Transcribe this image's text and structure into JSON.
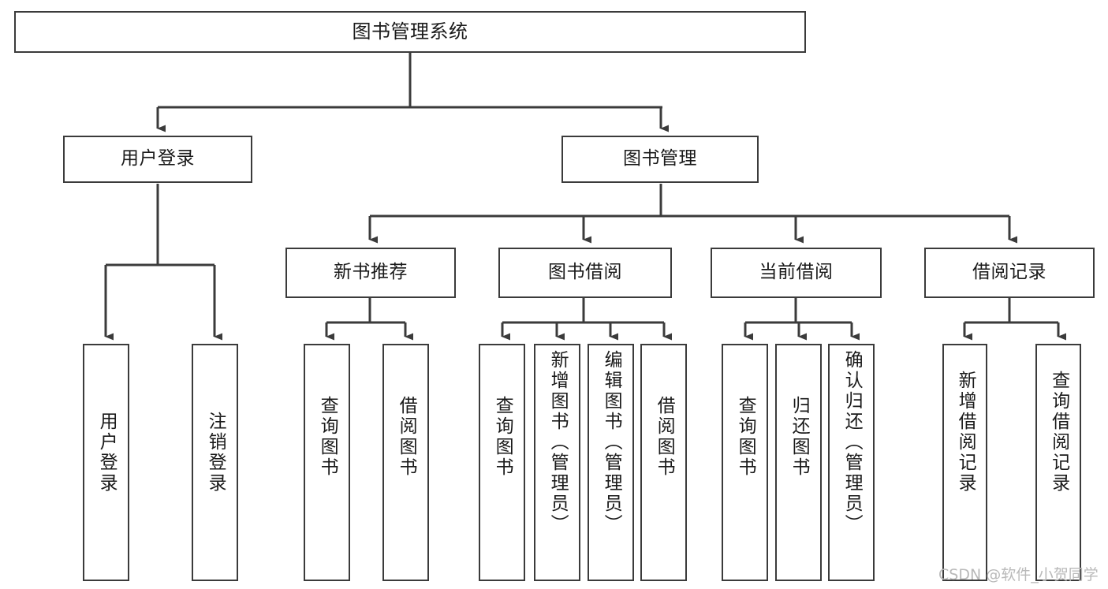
{
  "diagram": {
    "type": "tree-hierarchy-chart",
    "title": "图书管理系统",
    "orientation": "top-down",
    "colors": {
      "box_border": "#3b3b3b",
      "box_fill": "#ffffff",
      "edge": "#3b3b3b",
      "text": "#1a1a1a",
      "watermark": "#b9b9b9",
      "background": "#ffffff"
    },
    "root": {
      "id": "root",
      "label": "图书管理系统"
    },
    "level2": [
      {
        "id": "user-login",
        "label": "用户登录"
      },
      {
        "id": "book-manage",
        "label": "图书管理"
      }
    ],
    "level3": [
      {
        "id": "new-book-rec",
        "label": "新书推荐",
        "parent": "book-manage"
      },
      {
        "id": "book-borrow",
        "label": "图书借阅",
        "parent": "book-manage"
      },
      {
        "id": "current-borrow",
        "label": "当前借阅",
        "parent": "book-manage"
      },
      {
        "id": "borrow-record",
        "label": "借阅记录",
        "parent": "book-manage"
      }
    ],
    "leaves": [
      {
        "id": "leaf-user-login",
        "label": "用户登录",
        "parent": "user-login"
      },
      {
        "id": "leaf-logout",
        "label": "注销登录",
        "parent": "user-login"
      },
      {
        "id": "leaf-query-book-1",
        "label": "查询图书",
        "parent": "new-book-rec"
      },
      {
        "id": "leaf-borrow-book-1",
        "label": "借阅图书",
        "parent": "new-book-rec"
      },
      {
        "id": "leaf-query-book-2",
        "label": "查询图书",
        "parent": "book-borrow"
      },
      {
        "id": "leaf-add-book",
        "label": "新增图书（管理员）",
        "parent": "book-borrow"
      },
      {
        "id": "leaf-edit-book",
        "label": "编辑图书（管理员）",
        "parent": "book-borrow"
      },
      {
        "id": "leaf-borrow-book-2",
        "label": "借阅图书",
        "parent": "book-borrow"
      },
      {
        "id": "leaf-query-book-3",
        "label": "查询图书",
        "parent": "current-borrow"
      },
      {
        "id": "leaf-return-book",
        "label": "归还图书",
        "parent": "current-borrow"
      },
      {
        "id": "leaf-confirm-return",
        "label": "确认归还（管理员）",
        "parent": "current-borrow"
      },
      {
        "id": "leaf-add-record",
        "label": "新增借阅记录",
        "parent": "borrow-record"
      },
      {
        "id": "leaf-query-record",
        "label": "查询借阅记录",
        "parent": "borrow-record"
      }
    ]
  },
  "watermark": {
    "text": "CSDN @软件_小贺同学"
  }
}
